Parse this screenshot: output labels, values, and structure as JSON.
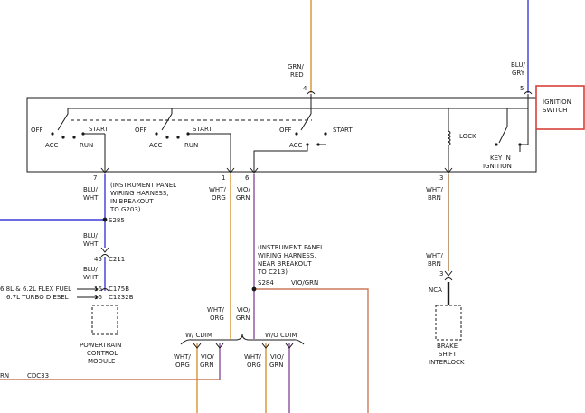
{
  "colors": {
    "orange": "#d9922f",
    "blue": "#3b3bd6",
    "violet": "#8c4fa0",
    "brown": "#a8733a",
    "salmon": "#cc7a5a",
    "black": "#1a1a1a",
    "highlight": "#d9403a"
  },
  "top": {
    "grn_red_a": "GRN/",
    "grn_red_b": "RED",
    "blu_gry_a": "BLU/",
    "blu_gry_b": "GRY",
    "pin4": "4",
    "pin5": "5"
  },
  "ignition_switch": {
    "line1": "IGNITION",
    "line2": "SWITCH",
    "off": "OFF",
    "acc": "ACC",
    "run": "RUN",
    "start": "START",
    "lock": "LOCK",
    "key_a": "KEY IN",
    "key_b": "IGNITION"
  },
  "pins": {
    "p7": "7",
    "p1": "1",
    "p6": "6",
    "p3": "3"
  },
  "left_branch": {
    "blu_wht_a": "BLU/",
    "blu_wht_b": "WHT",
    "note1": "(INSTRUMENT PANEL",
    "note2": "WIRING HARNESS,",
    "note3": "IN BREAKOUT",
    "note4": "TO G203)",
    "splice": "S285",
    "pin45": "45",
    "c211": "C211",
    "flex": "6.8L & 6.2L FLEX FUEL",
    "turbo": "6.7L TURBO DIESEL",
    "pin16a": "16",
    "pin16b": "16",
    "c175": "C175B",
    "c1232": "C1232B",
    "pcm1": "POWERTRAIN",
    "pcm2": "CONTROL",
    "pcm3": "MODULE"
  },
  "mid_branch": {
    "wht_org_a": "WHT/",
    "wht_org_b": "ORG",
    "vio_grn_a": "VIO/",
    "vio_grn_b": "GRN",
    "note1": "(INSTRUMENT PANEL",
    "note2": "WIRING HARNESS,",
    "note3": "NEAR BREAKOUT",
    "note4": "TO C213)",
    "splice": "S284",
    "vio_grn_h": "VIO/GRN",
    "w_cdim": "W/ CDIM",
    "wo_cdim": "W/O CDIM"
  },
  "right_branch": {
    "wht_brn_a": "WHT/",
    "wht_brn_b": "BRN",
    "pin3": "3",
    "nca": "NCA",
    "bsi1": "BRAKE",
    "bsi2": "SHIFT",
    "bsi3": "INTERLOCK"
  },
  "bottom": {
    "rn": "RN",
    "cdc33": "CDC33"
  }
}
